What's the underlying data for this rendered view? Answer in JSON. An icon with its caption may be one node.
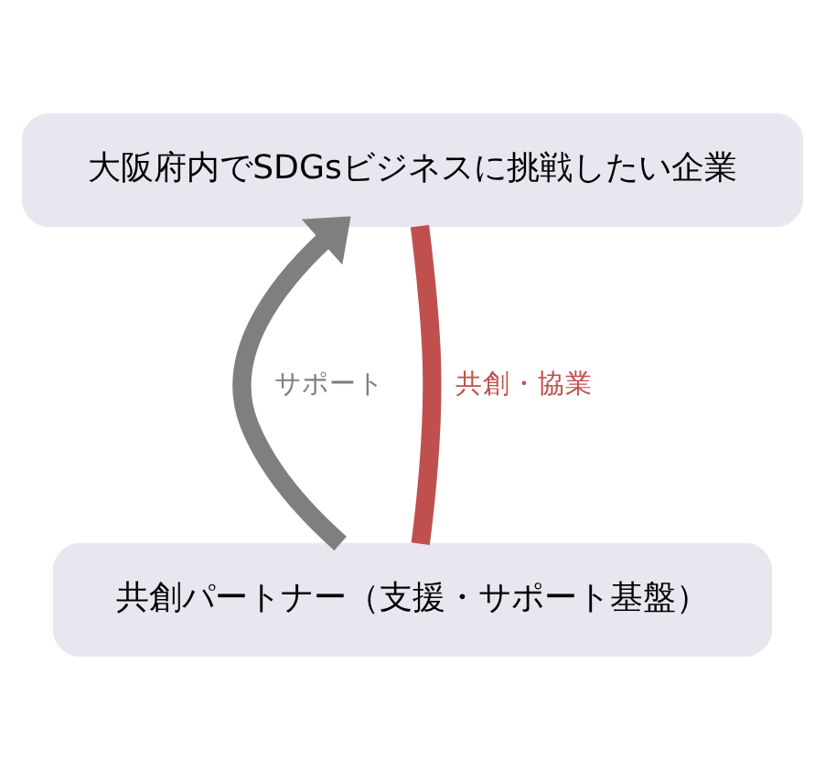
{
  "diagram": {
    "nodes": [
      {
        "text": [
          "大阪府内でSDGsビジネスに挑戦したい企業"
        ]
      },
      {
        "text": [
          "共創パートナー（支援・サポート基盤）"
        ]
      }
    ],
    "edges": [
      {
        "from": 1,
        "to": 0,
        "arrow": "to",
        "label": "サポート",
        "color": "#7f7f7f"
      },
      {
        "from": 1,
        "to": 0,
        "arrow": "none",
        "label": "共創・協業",
        "color": "#c0504d"
      }
    ]
  }
}
